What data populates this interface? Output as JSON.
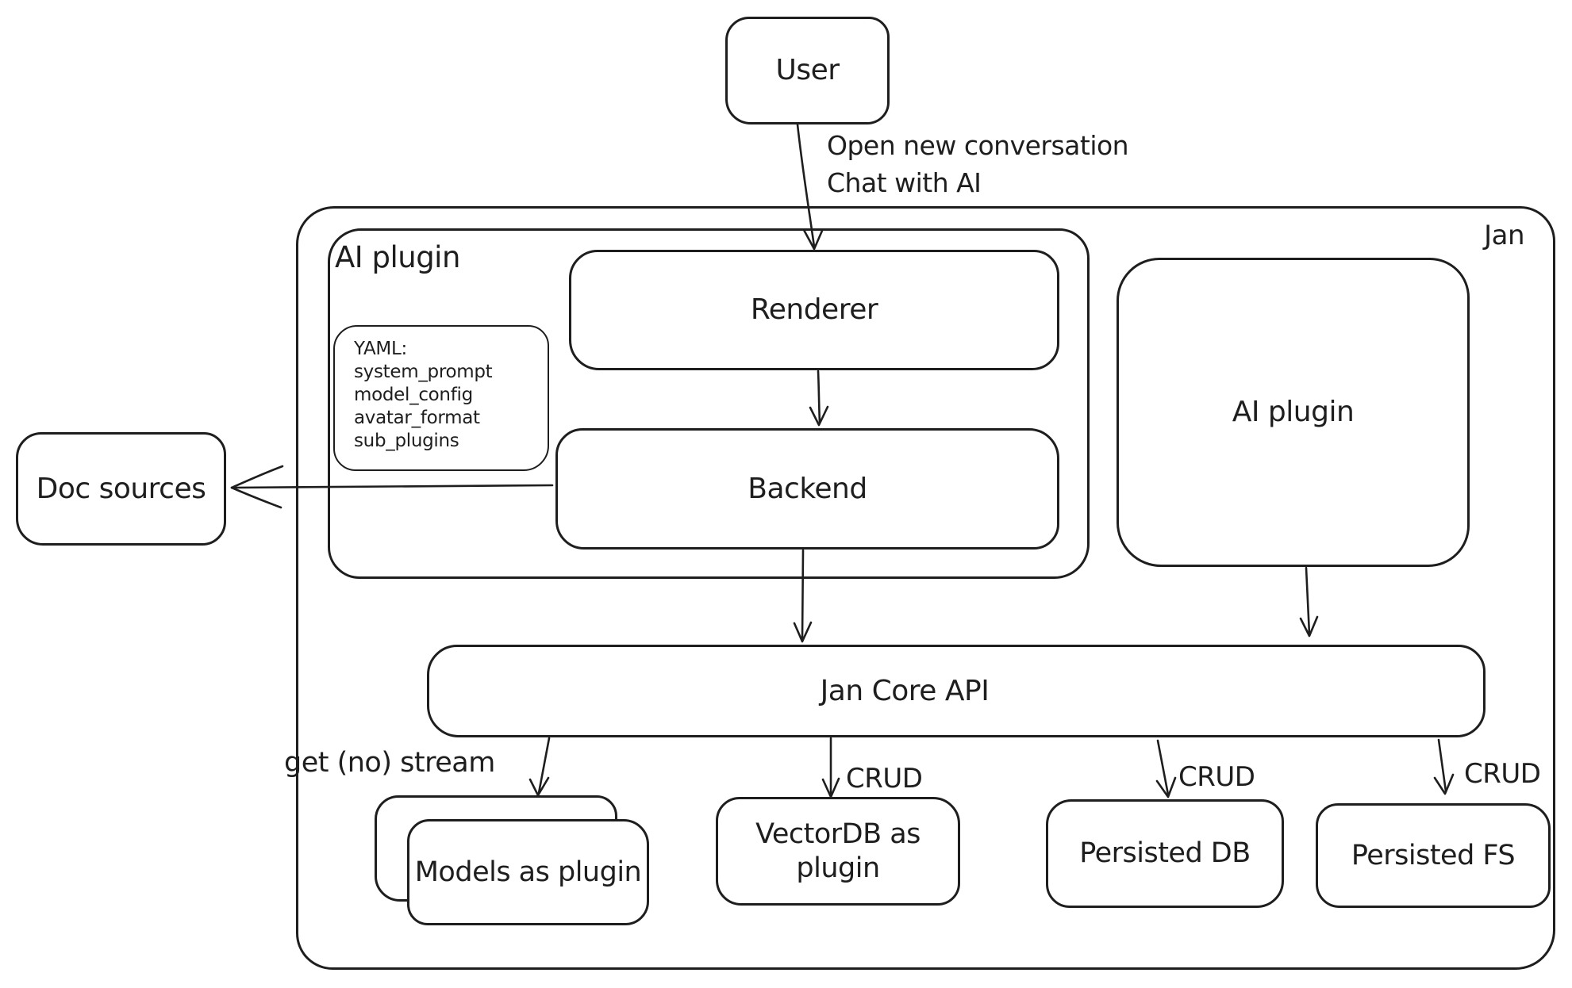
{
  "colors": {
    "stroke": "#1e1e1e",
    "background": "#ffffff"
  },
  "nodes": {
    "user": "User",
    "jan": "Jan",
    "ai_plugin_group": "AI plugin",
    "renderer": "Renderer",
    "backend": "Backend",
    "yaml_note": {
      "title": "YAML:",
      "lines": [
        "system_prompt",
        "model_config",
        "avatar_format",
        "sub_plugins"
      ]
    },
    "doc_sources": "Doc sources",
    "ai_plugin": "AI plugin",
    "jan_core_api": "Jan Core API",
    "models_plugin": "Models as plugin",
    "vectordb_plugin": "VectorDB as plugin",
    "persisted_db": "Persisted DB",
    "persisted_fs": "Persisted FS"
  },
  "edge_labels": {
    "user_action_line1": "Open new conversation",
    "user_action_line2": "Chat with AI",
    "get_stream": "get (no) stream",
    "crud_vectordb": "CRUD",
    "crud_persisted_db": "CRUD",
    "crud_persisted_fs": "CRUD"
  }
}
